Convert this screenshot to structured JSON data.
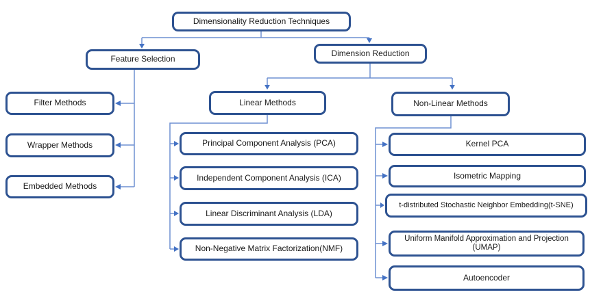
{
  "diagram": {
    "type": "flowchart",
    "background": "#ffffff",
    "colors": {
      "node_border": "#2d5291",
      "node_fill": "#ffffff",
      "connector_line": "#6e90d2",
      "arrowhead": "#4472c4",
      "text": "#1a1a1a"
    },
    "nodes": {
      "root": {
        "label": "Dimensionality Reduction Techniques"
      },
      "feature_selection": {
        "label": "Feature Selection"
      },
      "dimension_reduction": {
        "label": "Dimension Reduction"
      },
      "filter_methods": {
        "label": "Filter Methods"
      },
      "wrapper_methods": {
        "label": "Wrapper Methods"
      },
      "embedded_methods": {
        "label": "Embedded Methods"
      },
      "linear_methods": {
        "label": "Linear Methods"
      },
      "nonlinear_methods": {
        "label": "Non-Linear Methods"
      },
      "pca": {
        "label": "Principal Component Analysis (PCA)"
      },
      "ica": {
        "label": "Independent Component Analysis (ICA)"
      },
      "lda": {
        "label": "Linear Discriminant Analysis (LDA)"
      },
      "nmf": {
        "label": "Non-Negative Matrix Factorization(NMF)"
      },
      "kernel_pca": {
        "label": "Kernel PCA"
      },
      "isometric_mapping": {
        "label": "Isometric Mapping"
      },
      "tsne": {
        "label": "t-distributed Stochastic Neighbor Embedding(t-SNE)"
      },
      "umap": {
        "label": "Uniform Manifold Approximation and Projection (UMAP)"
      },
      "autoencoder": {
        "label": "Autoencoder"
      }
    },
    "edges": [
      {
        "from": "root",
        "to": "feature_selection"
      },
      {
        "from": "root",
        "to": "dimension_reduction"
      },
      {
        "from": "feature_selection",
        "to": "filter_methods"
      },
      {
        "from": "feature_selection",
        "to": "wrapper_methods"
      },
      {
        "from": "feature_selection",
        "to": "embedded_methods"
      },
      {
        "from": "dimension_reduction",
        "to": "linear_methods"
      },
      {
        "from": "dimension_reduction",
        "to": "nonlinear_methods"
      },
      {
        "from": "linear_methods",
        "to": "pca"
      },
      {
        "from": "linear_methods",
        "to": "ica"
      },
      {
        "from": "linear_methods",
        "to": "lda"
      },
      {
        "from": "linear_methods",
        "to": "nmf"
      },
      {
        "from": "nonlinear_methods",
        "to": "kernel_pca"
      },
      {
        "from": "nonlinear_methods",
        "to": "isometric_mapping"
      },
      {
        "from": "nonlinear_methods",
        "to": "tsne"
      },
      {
        "from": "nonlinear_methods",
        "to": "umap"
      },
      {
        "from": "nonlinear_methods",
        "to": "autoencoder"
      }
    ]
  }
}
